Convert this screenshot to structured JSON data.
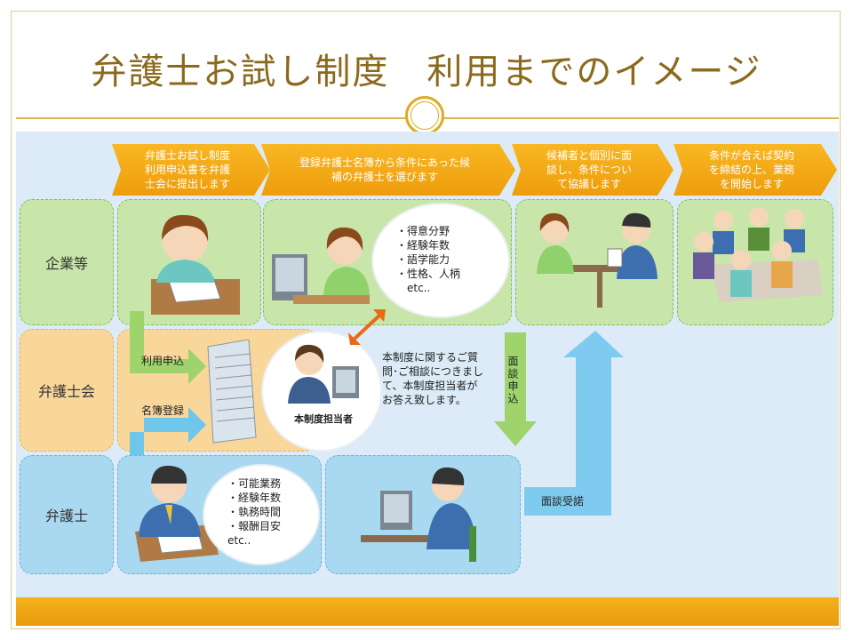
{
  "title": "弁護士お試し制度　利用までのイメージ",
  "steps": [
    "弁護士お試し制度\n利用申込書を弁護\n士会に提出します",
    "登録弁護士名簿から条件にあった候\n補の弁護士を選びます",
    "候補者と個別に面\n談し、条件につい\nて協議します",
    "条件が合えば契約\nを締結の上、業務\nを開始します"
  ],
  "rows": {
    "company": "企業等",
    "bar_association": "弁護士会",
    "lawyer": "弁護士"
  },
  "company_cloud": "・得意分野\n・経験年数\n・語学能力\n・性格、人柄\n　etc..",
  "lawyer_cloud": "・可能業務\n・経験年数\n・執務時間\n・報酬目安\netc..",
  "labels": {
    "application": "利用申込",
    "registration": "名簿登録",
    "interview_request": "面談申込",
    "interview_accept": "面談受諾",
    "staff": "本制度担当者",
    "inquiry": "本制度に関するご質\n問･ご相談につきまし\nて、本制度担当者が\nお答え致します。"
  },
  "colors": {
    "orange": "#f5a917",
    "green_panel": "#c8e6aa",
    "blue_panel": "#a9d8f1",
    "beige_panel": "#f9d79b",
    "gold": "#d9b64d"
  }
}
